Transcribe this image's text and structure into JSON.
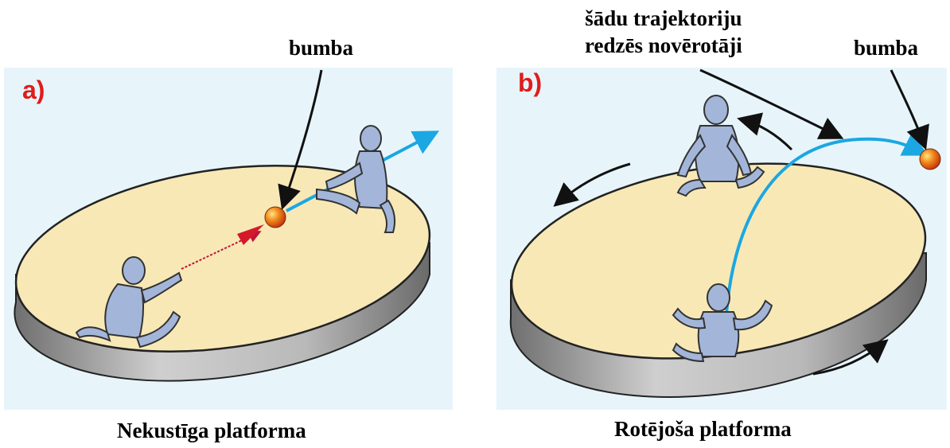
{
  "panel_a": {
    "letter": "a)",
    "ball_label": "bumba",
    "caption": "Nekustīga platforma"
  },
  "panel_b": {
    "letter": "b)",
    "observer_label_line1": "šādu trajektoriju",
    "observer_label_line2": "redzēs novērotāji",
    "ball_label": "bumba",
    "caption": "Rotējoša platforma"
  },
  "colors": {
    "panel_letter": "#e11b1b",
    "platform_top": "#f8e8b6",
    "platform_side": "#a8a8a8",
    "person": "#a3b6d9",
    "trajectory": "#1ba7e2",
    "throw_arrow": "#b81c36",
    "ball": "#e8541a"
  },
  "icons": [
    "person-figure-icon",
    "ball-icon",
    "rotation-arrow-icon",
    "pointer-arrow-icon"
  ]
}
